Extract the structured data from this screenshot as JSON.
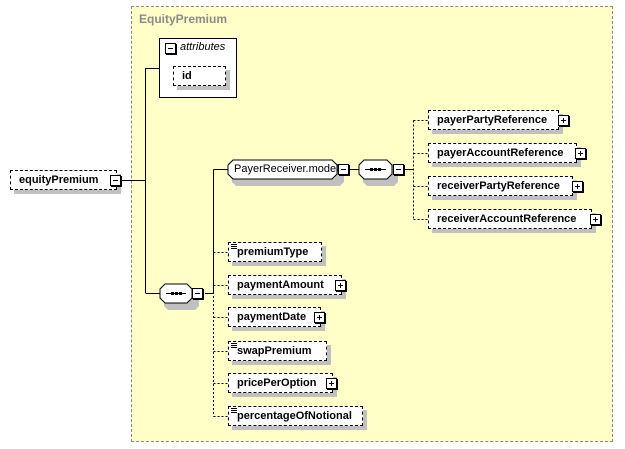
{
  "root": {
    "name": "equityPremium"
  },
  "group": {
    "title": "EquityPremium"
  },
  "attributes": {
    "title": "attributes",
    "items": [
      "id"
    ]
  },
  "model_group": {
    "name": "PayerReceiver.model"
  },
  "payer_receiver_elements": [
    "payerPartyReference",
    "payerAccountReference",
    "receiverPartyReference",
    "receiverAccountReference"
  ],
  "sequence_elements": [
    "premiumType",
    "paymentAmount",
    "paymentDate",
    "swapPremium",
    "pricePerOption",
    "percentageOfNotional"
  ],
  "colors": {
    "group_fill": "#ffffc8",
    "shadow": "#c0c0c0"
  }
}
